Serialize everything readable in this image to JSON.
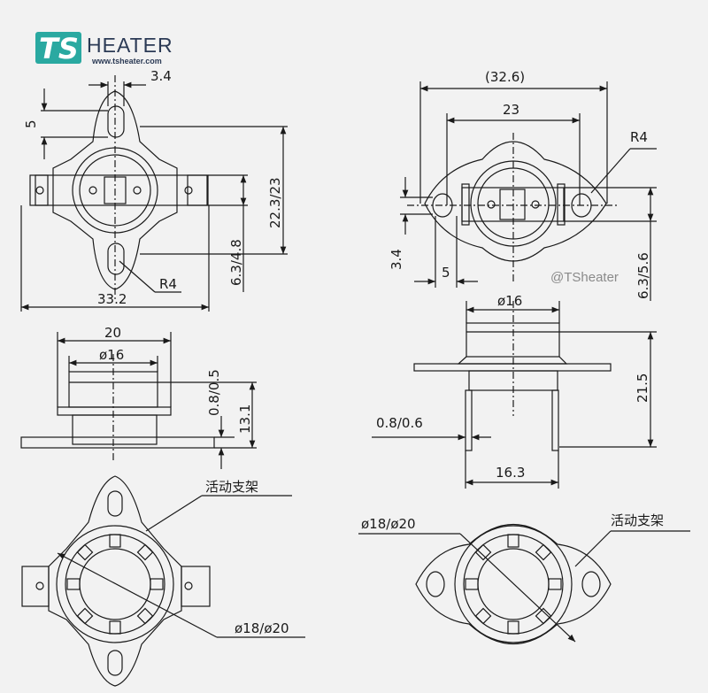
{
  "logo": {
    "mark": "TS",
    "name": "HEATER",
    "url": "www.tsheater.com",
    "accent": "#2aa9a1"
  },
  "watermark": "@TSheater",
  "left_top_view": {
    "dim_tab_width": "3.4",
    "dim_slot": "5",
    "dim_height": "22.3/23",
    "dim_pin_offset": "6.3/4.8",
    "dim_width": "33.2",
    "radius": "R4"
  },
  "left_side_view": {
    "dim_flange": "20",
    "dim_cap_dia": "ø16",
    "dim_thickness": "0.8/0.5",
    "dim_height": "13.1"
  },
  "left_bottom_view": {
    "label_bracket": "活动支架",
    "dim_body_dia": "ø18/ø20"
  },
  "right_top_view": {
    "dim_overall": "(32.6)",
    "dim_hole_pitch": "23",
    "radius": "R4",
    "dim_tab": "3.4",
    "dim_slot": "5",
    "dim_pin_offset": "6.3/5.6"
  },
  "right_side_view": {
    "dim_cap_dia": "ø16",
    "dim_height": "21.5",
    "dim_thickness": "0.8/0.6",
    "dim_pin_span": "16.3"
  },
  "right_bottom_view": {
    "dim_body_dia": "ø18/ø20",
    "label_bracket": "活动支架"
  },
  "colors": {
    "line": "#1a1a1a",
    "background": "#f2f2f2"
  }
}
